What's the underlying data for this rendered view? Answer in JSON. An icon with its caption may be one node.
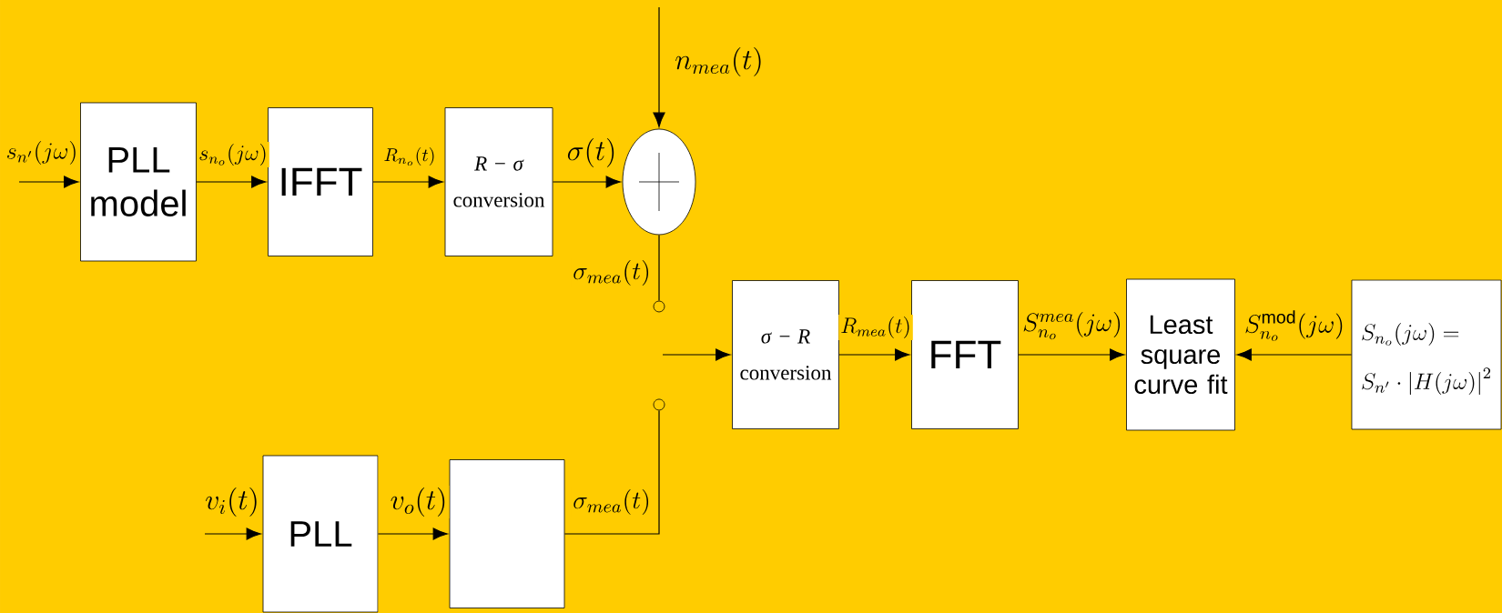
{
  "diagram": {
    "nodes": [
      {
        "text": [
          "PLL model"
        ]
      },
      {
        "text": [
          "IFFT"
        ]
      },
      {
        "text": [
          "*R* − *σ* conversion"
        ]
      },
      {
        "text": [],
        "shape": "circle"
      },
      {
        "text": [],
        "shape": "circle"
      },
      {
        "text": [],
        "shape": "circle"
      },
      {
        "text": [
          "*σ* − *R* conversion"
        ]
      },
      {
        "text": [
          "FFT"
        ]
      },
      {
        "text": [
          "Least square curve fit"
        ]
      },
      {
        "text": [
          "\\begin{array}{l}S_{n_o}(j\\omega)= \\\\ S_{n'}\\cdot\\left|H(j\\omega)\\right|^2\\end{array}"
        ]
      },
      {
        "text": [
          "PLL"
        ]
      },
      {
        "text": [],
        "shape": "box"
      }
    ],
    "edges": [
      {
        "from": null,
        "to": 0,
        "arrow": "to",
        "label": "s_{n'}(j\\omega)"
      },
      {
        "from": 0,
        "to": 1,
        "arrow": "to",
        "label": "s_{n_o}(j\\omega)"
      },
      {
        "from": 1,
        "to": 2,
        "arrow": "to",
        "label": "R_{n_o}(t)"
      },
      {
        "from": 2,
        "to": 3,
        "arrow": "to",
        "label": "\\sigma(t)"
      },
      {
        "from": null,
        "to": 3,
        "arrow": "to",
        "label": "n_{mea}(t)"
      },
      {
        "from": 3,
        "to": 4,
        "arrow": "none",
        "label": "\\sigma_{mea}(t)"
      },
      {
        "from": null,
        "to": 6,
        "arrow": "to"
      },
      {
        "from": 6,
        "to": 7,
        "arrow": "to",
        "label": "R_{mea}(t)"
      },
      {
        "from": 7,
        "to": 8,
        "arrow": "to",
        "label": "S_{n_o}^{mea}(j\\omega)"
      },
      {
        "from": 9,
        "to": 8,
        "arrow": "to",
        "label": "S_{n_o}^{\\mathrm{mod}}(j\\omega)"
      },
      {
        "from": null,
        "to": 10,
        "arrow": "to",
        "label": "v_i(t)"
      },
      {
        "from": 10,
        "to": 11,
        "arrow": "to",
        "label": "v_o(t)"
      },
      {
        "from": 11,
        "to": 5,
        "arrow": "none",
        "label": "\\sigma_{mea}(t)"
      }
    ]
  }
}
